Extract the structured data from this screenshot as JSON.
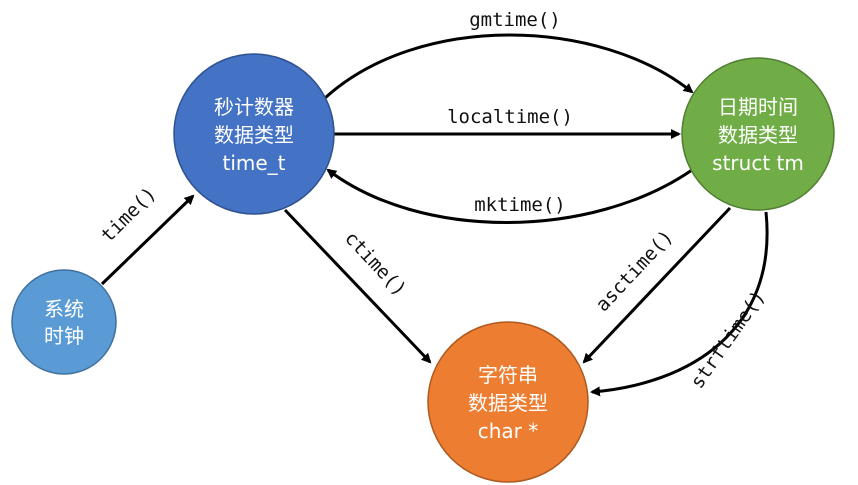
{
  "nodes": {
    "system_clock": {
      "lines": [
        "系统",
        "时钟"
      ],
      "color": "#5B9BD5",
      "border": "#41719C"
    },
    "time_t": {
      "lines": [
        "秒计数器",
        "数据类型",
        "time_t"
      ],
      "color": "#4472C4",
      "border": "#2F528F"
    },
    "struct_tm": {
      "lines": [
        "日期时间",
        "数据类型",
        "struct tm"
      ],
      "color": "#70AD47",
      "border": "#507E32"
    },
    "char_ptr": {
      "lines": [
        "字符串",
        "数据类型",
        "char *"
      ],
      "color": "#ED7D31",
      "border": "#AE5A21"
    }
  },
  "edges": {
    "time": "time()",
    "gmtime": "gmtime()",
    "localtime": "localtime()",
    "mktime": "mktime()",
    "ctime": "ctime()",
    "asctime": "asctime()",
    "strftime": "strftime()"
  }
}
